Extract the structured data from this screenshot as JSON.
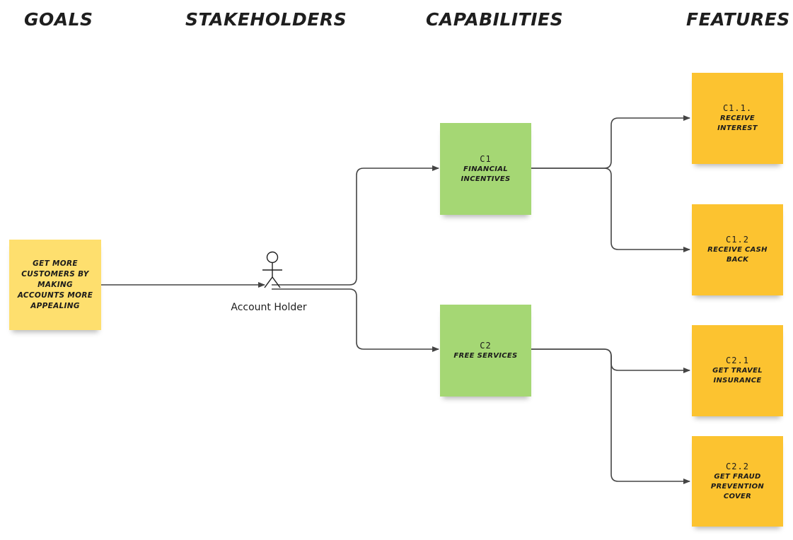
{
  "headers": {
    "goals": "GOALS",
    "stakeholders": "STAKEHOLDERS",
    "capabilities": "CAPABILITIES",
    "features": "FEATURES"
  },
  "goal": {
    "lines": [
      "GET MORE",
      "CUSTOMERS BY",
      "MAKING",
      "ACCOUNTS MORE",
      "APPEALING"
    ]
  },
  "stakeholder": {
    "label": "Account Holder"
  },
  "capabilities": [
    {
      "id": "C1",
      "lines": [
        "FINANCIAL",
        "INCENTIVES"
      ]
    },
    {
      "id": "C2",
      "lines": [
        "FREE SERVICES"
      ]
    }
  ],
  "features": [
    {
      "id": "C1.1.",
      "lines": [
        "RECEIVE",
        "INTEREST"
      ]
    },
    {
      "id": "C1.2",
      "lines": [
        "RECEIVE CASH",
        "BACK"
      ]
    },
    {
      "id": "C2.1",
      "lines": [
        "GET TRAVEL",
        "INSURANCE"
      ]
    },
    {
      "id": "C2.2",
      "lines": [
        "GET FRAUD",
        "PREVENTION",
        "COVER"
      ]
    }
  ],
  "colors": {
    "goal_note": "#fedf6e",
    "capability_note": "#a5d774",
    "feature_note": "#fcc330",
    "connector": "#444444"
  }
}
